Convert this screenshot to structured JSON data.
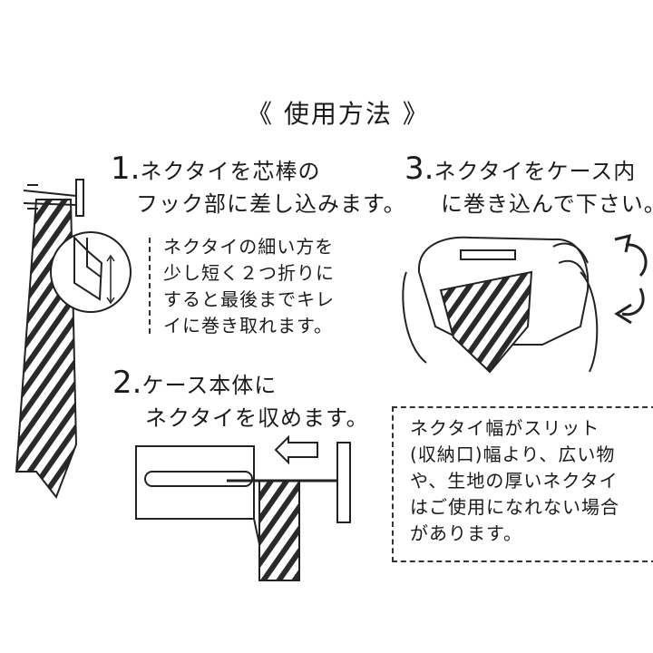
{
  "title": "《 使用方法 》",
  "step1": {
    "number": "1.",
    "line1": "ネクタイを芯棒の",
    "line2": "フック部に差し込みます。"
  },
  "step1_note": {
    "lines": [
      "ネクタイの細い方を",
      "少し短く２つ折りに",
      "すると最後までキレ",
      "イに巻き取れます。"
    ]
  },
  "step2": {
    "number": "2.",
    "line1": "ケース本体に",
    "line2": "ネクタイを収めます。"
  },
  "step3": {
    "number": "3.",
    "line1": "ネクタイをケース内",
    "line2": "に巻き込んで下さい。"
  },
  "warning_note": {
    "lines": [
      "ネクタイ幅がスリット",
      "(収納口)幅より、広い物",
      "や、生地の厚いネクタイ",
      "はご使用になれない場合",
      "があります。"
    ]
  }
}
